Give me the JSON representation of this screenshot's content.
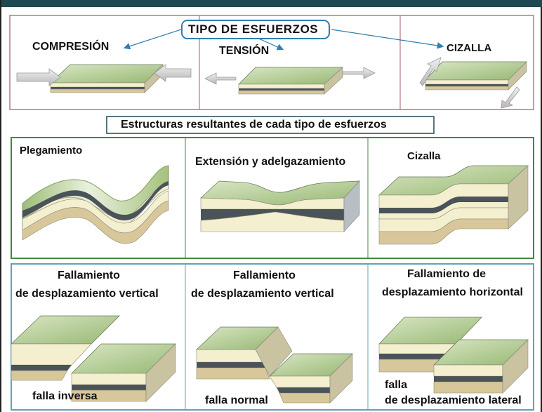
{
  "stress": {
    "title": "TIPO DE ESFUERZOS",
    "compression": "COMPRESIÓN",
    "tension": "TENSIÓN",
    "shear": "CIZALLA"
  },
  "structures_title": "Estructuras resultantes de cada tipo de esfuerzos",
  "structures": {
    "folding": "Plegamiento",
    "extension": "Extensión y adelgazamiento",
    "shear": "Cizalla"
  },
  "faults": {
    "reverse_title_1": "Fallamiento",
    "reverse_title_2": "de desplazamiento vertical",
    "reverse_caption": "falla inversa",
    "normal_title_1": "Fallamiento",
    "normal_title_2": "de desplazamiento vertical",
    "normal_caption": "falla normal",
    "lateral_title_1": "Fallamiento de",
    "lateral_title_2": "desplazamiento horizontal",
    "lateral_caption_1": "falla",
    "lateral_caption_2": "de desplazamiento lateral"
  },
  "colors": {
    "green_surface": "#a9c48a",
    "cream_layer": "#f3efcf",
    "dark_layer": "#4a5358",
    "tan_layer": "#d8c79a",
    "frame_top": "#b07a84",
    "frame_middle": "#3e8a3e",
    "frame_bottom": "#5fa3b8",
    "title_box": "#2f7fb0"
  }
}
